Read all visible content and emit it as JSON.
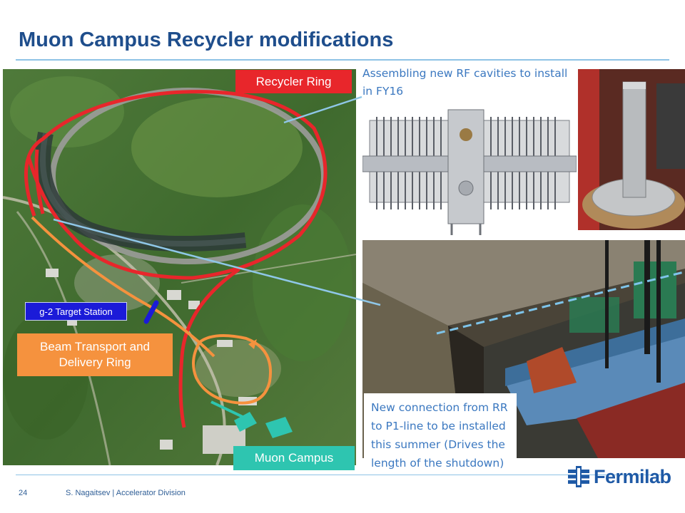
{
  "slide": {
    "title": "Muon Campus Recycler modifications",
    "page_number": "24",
    "credit": "S. Nagaitsev | Accelerator Division"
  },
  "labels": {
    "recycler_ring": "Recycler Ring",
    "g2_target_station": "g-2 Target Station",
    "beam_transport_line1": "Beam Transport and",
    "beam_transport_line2": "Delivery Ring",
    "muon_campus": "Muon Campus"
  },
  "captions": {
    "rf_cavities": "Assembling new RF cavities to install in FY16",
    "new_connection": "New connection from RR to P1-line to be installed this summer (Drives the length of the shutdown)"
  },
  "logo": {
    "text": "Fermilab"
  },
  "colors": {
    "title": "#1f4e8c",
    "recycler": "#e8262b",
    "g2": "#1b1bd8",
    "beam": "#f5923e",
    "muon": "#2ec5b0",
    "caption": "#3b78c0",
    "pointer": "#8fc7e8"
  }
}
